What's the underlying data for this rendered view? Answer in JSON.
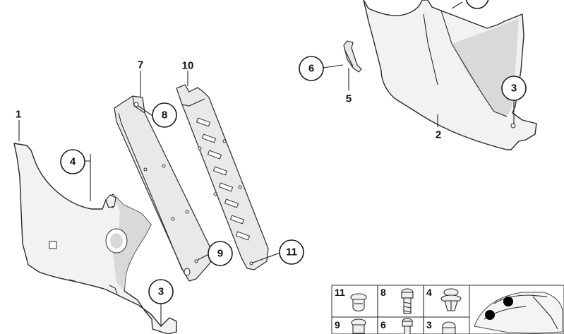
{
  "callouts": {
    "c1": "1",
    "c2": "2",
    "c3_top": "3",
    "c3_bottom": "3",
    "c4": "4",
    "c5": "5",
    "c6": "6",
    "c7": "7",
    "c8": "8",
    "c9": "9",
    "c10": "10",
    "c11": "11"
  },
  "legend": {
    "cells": [
      {
        "label": "11",
        "icon": "button-clip-icon"
      },
      {
        "label": "8",
        "icon": "screw-icon"
      },
      {
        "label": "4",
        "icon": "expanding-rivet-icon"
      },
      {
        "label": "9",
        "icon": "button-clip-icon"
      },
      {
        "label": "6",
        "icon": "screw-icon"
      },
      {
        "label": "3",
        "icon": "cap-nut-icon"
      }
    ],
    "vehicle_icon": "car-location-icon"
  }
}
